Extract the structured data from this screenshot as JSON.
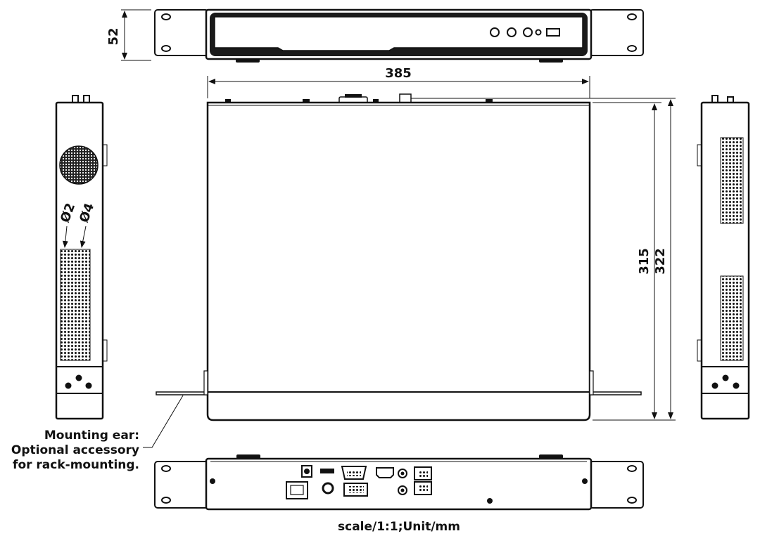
{
  "dimensions": {
    "height": "52",
    "width": "385",
    "depth_inner": "315",
    "depth_outer": "322"
  },
  "hole_labels": {
    "small": "Ø2",
    "large": "Ø4"
  },
  "callout": {
    "line1": "Mounting ear:",
    "line2": "Optional accessory",
    "line3": "for rack-mounting."
  },
  "scale_note": "scale/1:1;Unit/mm"
}
